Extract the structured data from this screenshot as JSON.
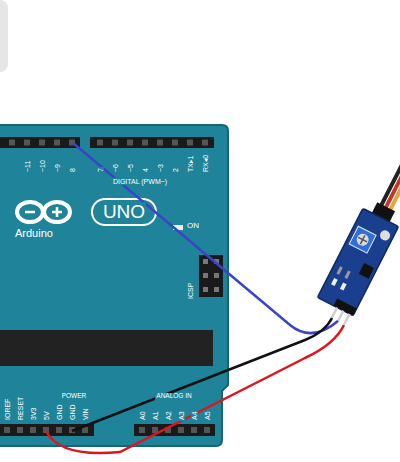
{
  "diagram": {
    "labels": [
      "~11",
      "~10",
      "~9",
      "8",
      "7",
      "~6",
      "~5",
      "4",
      "~3",
      "2",
      "TX▸1",
      "RX◂0",
      "DIGITAL (PWM~)",
      "UNO",
      "Arduino",
      "ON",
      "ICSP",
      "IOREF",
      "RESET",
      "3V3",
      "5V",
      "GND",
      "GND",
      "VIN",
      "POWER",
      "ANALOG IN",
      "A0",
      "A1",
      "A2",
      "A3",
      "A4",
      "A5"
    ]
  }
}
